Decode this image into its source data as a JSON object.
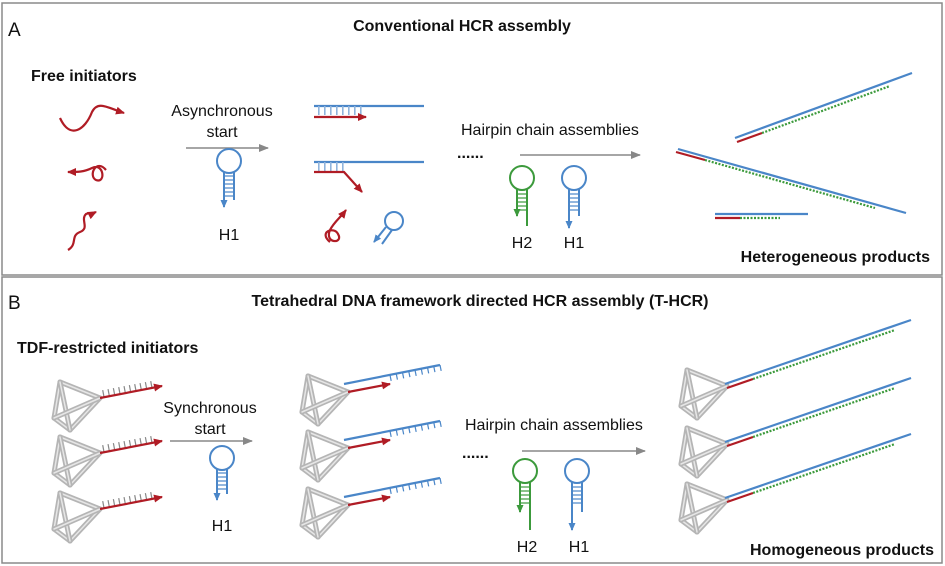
{
  "colors": {
    "initiator_red": "#b01c25",
    "hairpin_blue": "#4a86c8",
    "hairpin_green": "#3c9a3c",
    "arrow_gray": "#888888",
    "frame_gray": "#b5b5b5",
    "border_gray": "#8a8a8a"
  },
  "panel_a": {
    "letter": "A",
    "title": "Conventional HCR assembly",
    "initiators_label": "Free initiators",
    "start_label_line1": "Asynchronous",
    "start_label_line2": "start",
    "h1_label": "H1",
    "dots": "......",
    "chain_label": "Hairpin chain assemblies",
    "h2_label": "H2",
    "h1b_label": "H1",
    "products_label": "Heterogeneous products"
  },
  "panel_b": {
    "letter": "B",
    "title": "Tetrahedral DNA framework directed HCR assembly (T-HCR)",
    "initiators_label": "TDF-restricted initiators",
    "start_label_line1": "Synchronous",
    "start_label_line2": "start",
    "h1_label": "H1",
    "dots": "......",
    "chain_label": "Hairpin chain assemblies",
    "h2_label": "H2",
    "h1b_label": "H1",
    "products_label": "Homogeneous products"
  }
}
